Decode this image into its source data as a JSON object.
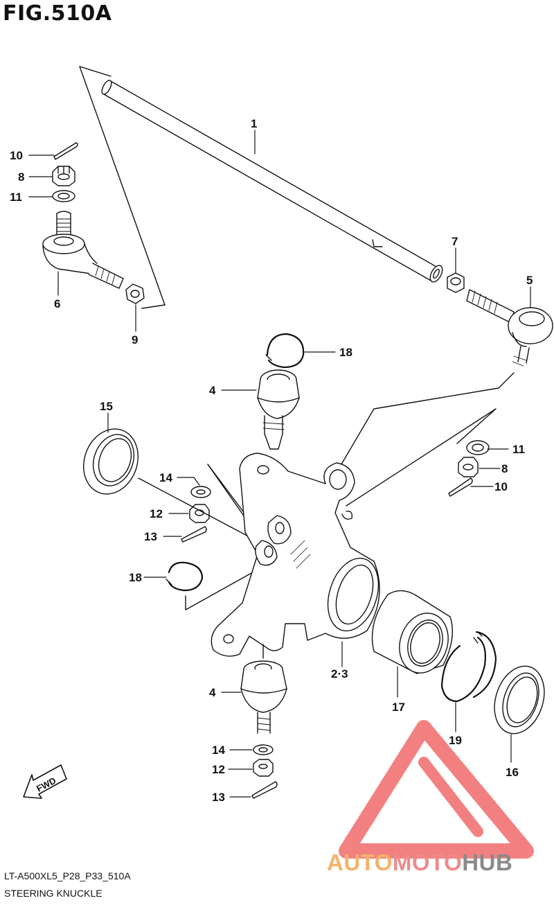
{
  "figure": {
    "title": "FIG.510A"
  },
  "footer": {
    "code": "LT-A500XL5_P28_P33_510A",
    "name": "STEERING KNUCKLE"
  },
  "fwd_label": "FWD",
  "watermark": {
    "part1": "AUTO",
    "part2": "MOTO",
    "part3": "HUB",
    "colors": {
      "auto": "#f5b26b",
      "moto": "#f08a8a",
      "hub": "#8a8a8a",
      "triangle": "#f26b6b"
    }
  },
  "callouts": {
    "c1": "1",
    "c2_3": "2·3",
    "c4a": "4",
    "c4b": "4",
    "c5": "5",
    "c6": "6",
    "c7": "7",
    "c8a": "8",
    "c8b": "8",
    "c9": "9",
    "c10a": "10",
    "c10b": "10",
    "c11a": "11",
    "c11b": "11",
    "c12a": "12",
    "c12b": "12",
    "c13a": "13",
    "c13b": "13",
    "c14a": "14",
    "c14b": "14",
    "c15": "15",
    "c16": "16",
    "c17": "17",
    "c18a": "18",
    "c18b": "18",
    "c19": "19"
  }
}
